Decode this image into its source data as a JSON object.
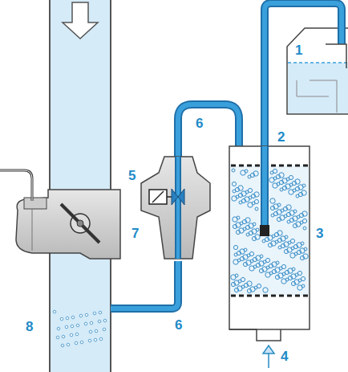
{
  "diagram": {
    "labels": [
      "1",
      "2",
      "3",
      "4",
      "5",
      "6",
      "6",
      "7",
      "8"
    ]
  }
}
